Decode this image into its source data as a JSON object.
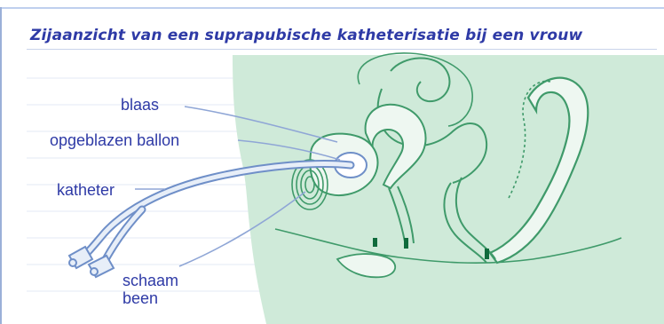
{
  "figure": {
    "title": "Zijaanzicht van een suprapubische katheterisatie bij een vrouw"
  },
  "labels": {
    "blaas": "blaas",
    "ballon": "opgeblazen ballon",
    "katheter": "katheter",
    "schaam": "schaam",
    "been": "been"
  },
  "colors": {
    "title": "#2e3aa6",
    "label": "#2e3aa6",
    "body_fill": "#cfead9",
    "anatomy_stroke": "#3f9a6a",
    "anatomy_fill": "#eef7f1",
    "catheter_stroke": "#6f8fc8",
    "catheter_fill": "#e7eef8",
    "leader_line": "#8fa6d6",
    "grid_line": "#e3e9f4",
    "dark_accent": "#0f6b3c"
  },
  "icons": {
    "bladder": "bladder-shape",
    "balloon": "balloon-shape",
    "catheter": "catheter-tube",
    "pubic_bone": "pubic-bone-shape"
  }
}
